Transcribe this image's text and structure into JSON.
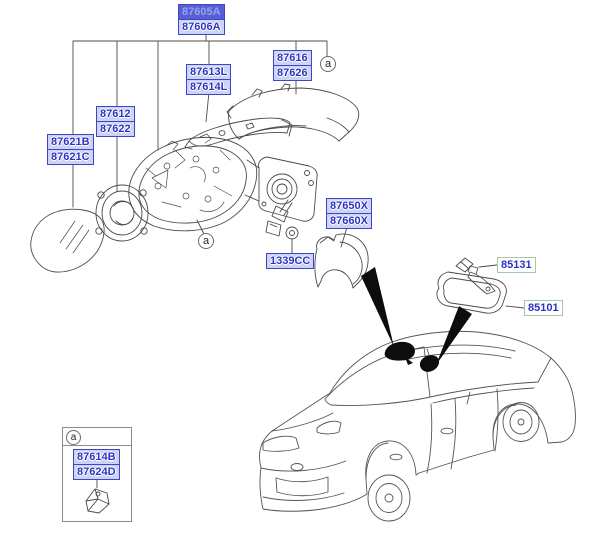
{
  "diagram": {
    "callout": "a"
  },
  "colors": {
    "label_link_bg": "#ccd3f3",
    "label_link_border": "#3d46c9",
    "label_link_text": "#2b33c2",
    "label_selected_bg": "#565fd4",
    "label_selected_text": "#9aa1ec",
    "label_ref_border": "#a5c9a5",
    "art_line": "#4a4a4a"
  },
  "parts": {
    "mirror_assy_a": "87605A",
    "mirror_assy_b": "87606A",
    "upper_cover_a": "87616",
    "upper_cover_b": "87626",
    "bracket_a": "87613L",
    "bracket_b": "87614L",
    "actuator_a": "87612",
    "actuator_b": "87622",
    "glass_a": "87621B",
    "glass_b": "87621C",
    "side_cover_a": "87650X",
    "side_cover_b": "87660X",
    "nut": "1339CC",
    "inside_mirror_mount": "85131",
    "inside_mirror": "85101",
    "base_cover_a": "87614B",
    "base_cover_b": "87624D"
  }
}
